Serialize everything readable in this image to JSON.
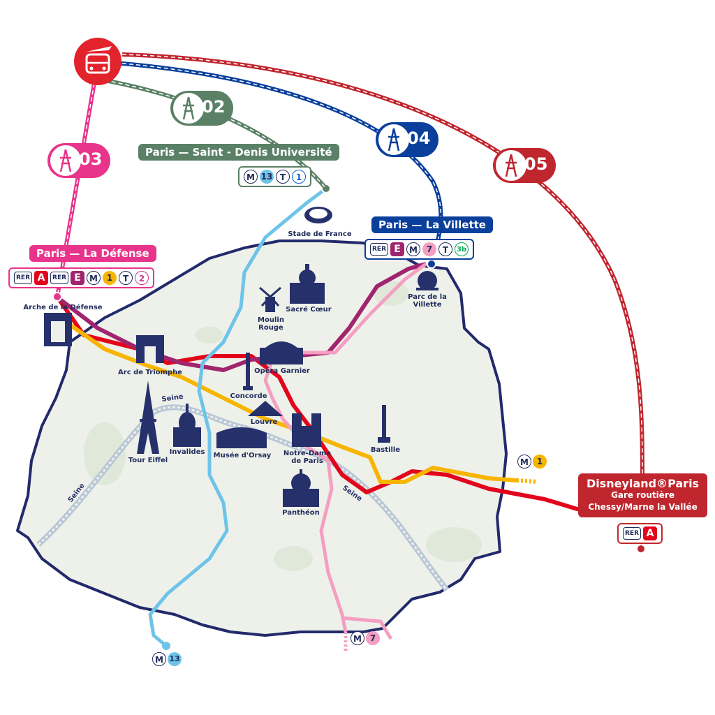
{
  "routes": [
    {
      "id": "03",
      "color": "#e8348b"
    },
    {
      "id": "02",
      "color": "#5a8066"
    },
    {
      "id": "04",
      "color": "#0a3f9c"
    },
    {
      "id": "05",
      "color": "#c0262e"
    }
  ],
  "stations": {
    "saint_denis": {
      "name": "Paris — Saint - Denis Université",
      "lines": [
        "M",
        "13",
        "T",
        "1"
      ]
    },
    "villette": {
      "name": "Paris — La Villette",
      "lines": [
        "RER",
        "E",
        "M",
        "7",
        "T",
        "3b"
      ]
    },
    "defense": {
      "name": "Paris — La Défense",
      "lines": [
        "RER",
        "A",
        "RER",
        "E",
        "M",
        "1",
        "T",
        "2"
      ]
    },
    "disneyland": {
      "name": "Disneyland®Paris",
      "sub1": "Gare routière",
      "sub2": "Chessy/Marne la Vallée",
      "lines": [
        "RER",
        "A"
      ]
    }
  },
  "monuments": {
    "stade": "Stade de France",
    "arche": "Arche de la Défense",
    "moulin_1": "Moulin",
    "moulin_2": "Rouge",
    "sacre": "Sacré Cœur",
    "villette_1": "Parc de la",
    "villette_2": "Villette",
    "arc": "Arc de Triomphe",
    "opera": "Opéra Garnier",
    "concorde": "Concorde",
    "louvre": "Louvre",
    "eiffel": "Tour Eiffel",
    "invalides": "Invalides",
    "orsay": "Musée d'Orsay",
    "notre_1": "Notre-Dame",
    "notre_2": "de Paris",
    "bastille": "Bastille",
    "pantheon": "Panthéon"
  },
  "river": {
    "label": "Seine"
  },
  "line_ends": {
    "m1": {
      "mode": "M",
      "line": "1"
    },
    "m7": {
      "mode": "M",
      "line": "7"
    },
    "m13": {
      "mode": "M",
      "line": "13"
    }
  },
  "colors": {
    "rer_a": "#e3051b",
    "rer_e": "#a0256e",
    "metro_1": "#f7b500",
    "metro_7": "#f49fc1",
    "metro_13": "#6ec4e8",
    "tram_3b": "#00a650",
    "tram_2": "#c9388a",
    "boundary": "#232a6b"
  }
}
